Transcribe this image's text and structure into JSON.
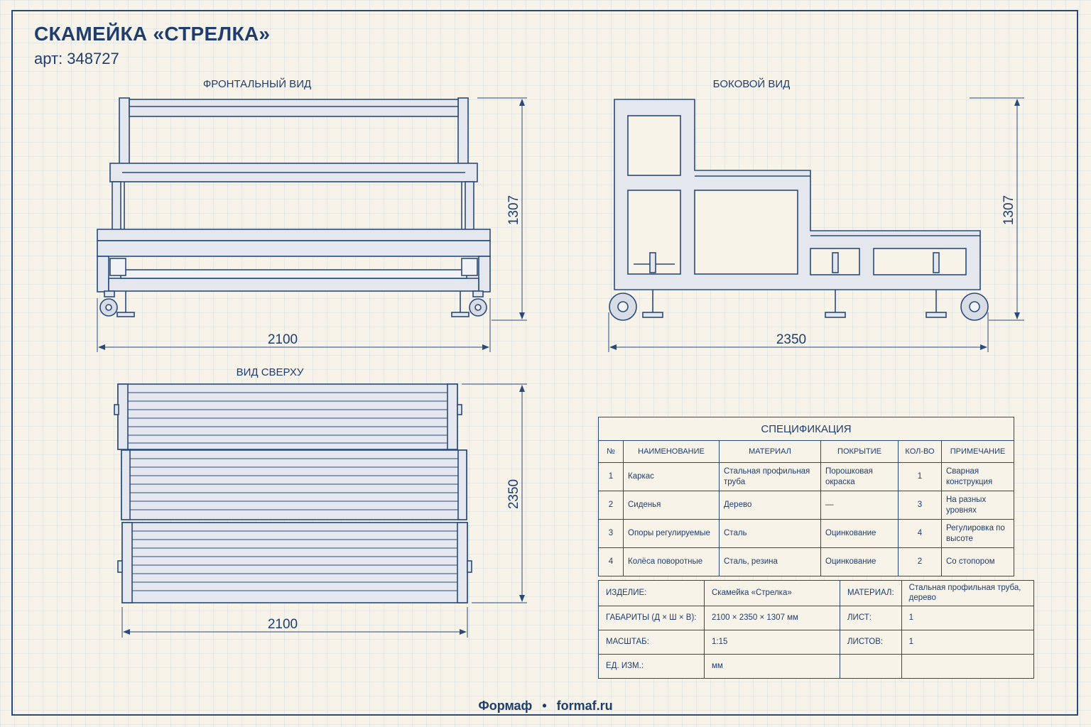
{
  "header": {
    "title": "СКАМЕЙКА «СТРЕЛКА»",
    "sku_label": "арт: 348727"
  },
  "views": {
    "front": {
      "label": "ФРОНТАЛЬНЫЙ ВИД",
      "width_dim": "2100",
      "height_dim": "1307"
    },
    "side": {
      "label": "БОКОВОЙ ВИД",
      "width_dim": "2350",
      "height_dim": "1307"
    },
    "top": {
      "label": "ВИД СВЕРХУ",
      "width_dim": "2100",
      "depth_dim": "2350"
    }
  },
  "spec_table": {
    "caption": "СПЕЦИФИКАЦИЯ",
    "headers": [
      "№",
      "НАИМЕНОВАНИЕ",
      "МАТЕРИАЛ",
      "ПОКРЫТИЕ",
      "КОЛ-ВО",
      "ПРИМЕЧАНИЕ"
    ],
    "rows": [
      {
        "no": "1",
        "name": "Каркас",
        "material": "Стальная профильная труба",
        "coating": "Порошковая окраска",
        "qty": "1",
        "note": "Сварная конструкция"
      },
      {
        "no": "2",
        "name": "Сиденья",
        "material": "Дерево",
        "coating": "—",
        "qty": "3",
        "note": "На разных уровнях"
      },
      {
        "no": "3",
        "name": "Опоры регулируемые",
        "material": "Сталь",
        "coating": "Оцинкование",
        "qty": "4",
        "note": "Регулировка по высоте"
      },
      {
        "no": "4",
        "name": "Колёса поворотные",
        "material": "Сталь, резина",
        "coating": "Оцинкование",
        "qty": "2",
        "note": "Со стопором"
      }
    ]
  },
  "info_table": {
    "product_label": "ИЗДЕЛИЕ:",
    "product_value": "Скамейка «Стрелка»",
    "material_label": "МАТЕРИАЛ:",
    "material_value": "Стальная профильная труба, дерево",
    "dims_label": "ГАБАРИТЫ (Д × Ш × В):",
    "dims_value": "2100 × 2350 × 1307 мм",
    "sheet_label": "ЛИСТ:",
    "sheet_value": "1",
    "scale_label": "МАСШТАБ:",
    "scale_value": "1:15",
    "sheets_label": "ЛИСТОВ:",
    "sheets_value": "1",
    "unit_label": "ЕД. ИЗМ.:",
    "unit_value": "мм"
  },
  "footer": {
    "brand": "Формаф",
    "separator": "•",
    "site": "formaf.ru"
  },
  "colors": {
    "line": "#2a4a7a",
    "paper": "#f7f3e8",
    "fill": "#e4e8ee"
  }
}
